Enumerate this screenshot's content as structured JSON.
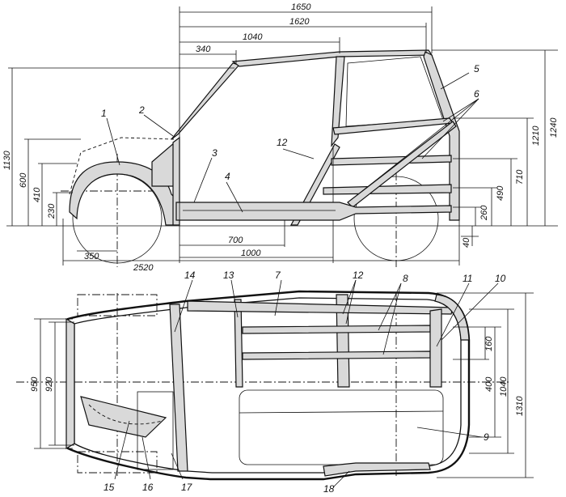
{
  "side_view": {
    "dimensions": {
      "d1650": "1650",
      "d1620": "1620",
      "d1040": "1040",
      "d340": "340",
      "d1130": "1130",
      "d600": "600",
      "d410": "410",
      "d230": "230",
      "d1210": "1210",
      "d1240": "1240",
      "d710": "710",
      "d490": "490",
      "d260": "260",
      "d40": "40",
      "d700": "700",
      "d1000": "1000",
      "d350": "350",
      "d2520": "2520"
    },
    "callouts": [
      "1",
      "2",
      "3",
      "4",
      "5",
      "6",
      "12"
    ]
  },
  "top_view": {
    "dimensions": {
      "d950": "950",
      "d920": "920",
      "d160": "160",
      "d400": "400",
      "d1040": "1040",
      "d1310": "1310"
    },
    "callouts": [
      "7",
      "8",
      "9",
      "10",
      "11",
      "12",
      "13",
      "14",
      "15",
      "16",
      "17",
      "18"
    ]
  }
}
